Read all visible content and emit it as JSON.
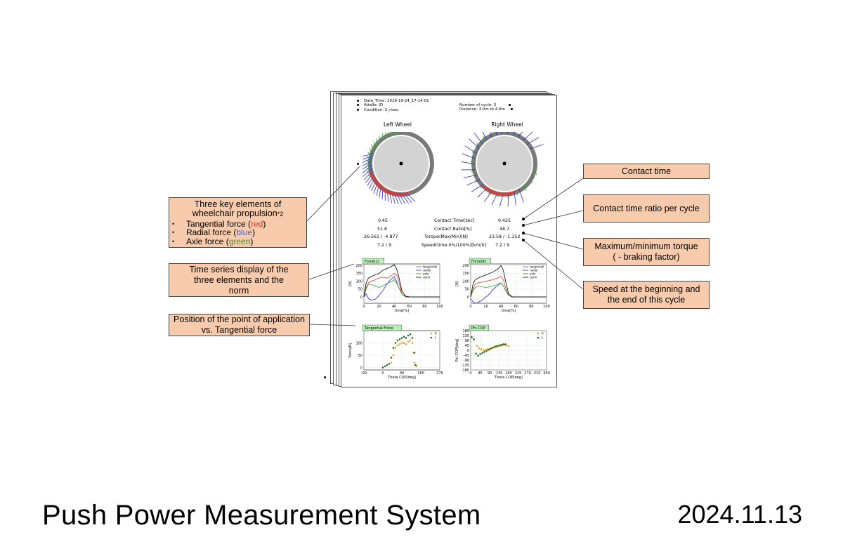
{
  "report": {
    "header_left": [
      "Date_Time: 2019-10-24_17-14-01",
      "Attelle: ID_",
      "Condition: 2_risou"
    ],
    "header_right": [
      "Number of cycle: 3",
      "Distance: 3.0m to 4.0m"
    ],
    "left_wheel_title": "Left Wheel",
    "right_wheel_title": "Right Wheel",
    "stats": [
      {
        "left": "0.45",
        "label": "Contact Time[sec]",
        "right": "0.425"
      },
      {
        "left": "51.6",
        "label": "Contact Ratio[%]",
        "right": "48.7"
      },
      {
        "left": "26.561 / -4.877",
        "label": "Torque(Max/Min)[N]",
        "right": "23.58 / -1.352"
      },
      {
        "left": "7.2 / 9",
        "label": "Speed(time:0%/100%)[km/h]",
        "right": "7.2 / 9"
      }
    ]
  },
  "callouts": {
    "key_elements": {
      "line1": "Three key elements of",
      "line2": "wheelchair propulsion",
      "note": "*2",
      "items": [
        {
          "label": "Tangential force (",
          "color_word": "red",
          "close": ")"
        },
        {
          "label": "Radial force  (",
          "color_word": "blue",
          "close": ")"
        },
        {
          "label": "Axle force (",
          "color_word": "green",
          "close": ")"
        }
      ]
    },
    "time_series": "Time series display of the three elements and the norm",
    "position": "Position of the point of application vs. Tangential force",
    "contact_time": "Contact time",
    "contact_ratio": "Contact time ratio per cycle",
    "torque": "Maximum/minimum torque ( - braking factor)",
    "speed": "Speed at the beginning and the end of this cycle"
  },
  "colors": {
    "callout_fill": "#f8cbad",
    "tangential": "#e3392b",
    "radial": "#2a2ad8",
    "axle": "#2fa82f",
    "norm": "#000000",
    "cop_r": "#f0a020",
    "cop_l": "#1f6b1f"
  },
  "chart_data": [
    {
      "type": "line",
      "title": "Force(L)",
      "xlabel": "time[%]",
      "ylabel": "[N]",
      "xlim": [
        0,
        100
      ],
      "ylim": [
        -40,
        210
      ],
      "xticks": [
        "0",
        "20",
        "40",
        "60",
        "80",
        "100"
      ],
      "yticks": [
        "0",
        "50",
        "100",
        "150",
        "200"
      ],
      "legend": [
        "tangential",
        "radial",
        "axle",
        "norm"
      ],
      "series": [
        {
          "name": "tangential",
          "x": [
            0,
            3,
            6,
            10,
            15,
            20,
            25,
            30,
            35,
            40,
            43,
            46,
            50,
            55,
            60,
            70,
            80,
            90,
            100
          ],
          "y": [
            0,
            60,
            90,
            100,
            110,
            120,
            125,
            120,
            130,
            150,
            140,
            100,
            20,
            0,
            0,
            0,
            0,
            0,
            0
          ]
        },
        {
          "name": "radial",
          "x": [
            0,
            3,
            6,
            10,
            15,
            20,
            25,
            30,
            35,
            40,
            43,
            46,
            50,
            55,
            60,
            70,
            80,
            90,
            100
          ],
          "y": [
            0,
            20,
            -10,
            -20,
            -15,
            10,
            40,
            80,
            110,
            130,
            100,
            60,
            20,
            5,
            0,
            0,
            0,
            0,
            0
          ]
        },
        {
          "name": "axle",
          "x": [
            0,
            3,
            6,
            10,
            15,
            20,
            25,
            30,
            35,
            40,
            43,
            46,
            50,
            55,
            60,
            70,
            80,
            90,
            100
          ],
          "y": [
            0,
            50,
            80,
            80,
            70,
            60,
            70,
            85,
            95,
            110,
            90,
            60,
            20,
            5,
            0,
            0,
            0,
            0,
            0
          ]
        },
        {
          "name": "norm",
          "x": [
            0,
            3,
            6,
            10,
            15,
            20,
            25,
            30,
            35,
            40,
            43,
            46,
            50,
            55,
            60,
            70,
            80,
            90,
            100
          ],
          "y": [
            0,
            90,
            120,
            130,
            140,
            150,
            170,
            180,
            190,
            205,
            180,
            130,
            40,
            5,
            0,
            0,
            0,
            0,
            0
          ]
        }
      ]
    },
    {
      "type": "line",
      "title": "Force(R)",
      "xlabel": "time[%]",
      "ylabel": "[N]",
      "xlim": [
        0,
        100
      ],
      "ylim": [
        -40,
        210
      ],
      "xticks": [
        "0",
        "20",
        "40",
        "60",
        "80",
        "100"
      ],
      "yticks": [
        "0",
        "50",
        "100",
        "150",
        "200"
      ],
      "legend": [
        "tangential",
        "radial",
        "axle",
        "norm"
      ],
      "series": [
        {
          "name": "tangential",
          "x": [
            0,
            3,
            6,
            10,
            15,
            20,
            25,
            30,
            35,
            40,
            43,
            46,
            50,
            55,
            60,
            70,
            80,
            90,
            100
          ],
          "y": [
            0,
            50,
            80,
            90,
            95,
            100,
            105,
            110,
            120,
            130,
            110,
            60,
            10,
            0,
            0,
            0,
            0,
            0,
            0
          ]
        },
        {
          "name": "radial",
          "x": [
            0,
            3,
            6,
            10,
            15,
            20,
            25,
            30,
            35,
            40,
            43,
            46,
            50,
            55,
            60,
            70,
            80,
            90,
            100
          ],
          "y": [
            -10,
            -30,
            -40,
            -35,
            -20,
            0,
            20,
            50,
            70,
            90,
            70,
            40,
            10,
            0,
            0,
            0,
            0,
            0,
            0
          ]
        },
        {
          "name": "axle",
          "x": [
            0,
            3,
            6,
            10,
            15,
            20,
            25,
            30,
            35,
            40,
            43,
            46,
            50,
            55,
            60,
            70,
            80,
            90,
            100
          ],
          "y": [
            0,
            40,
            60,
            70,
            65,
            60,
            65,
            70,
            80,
            90,
            70,
            40,
            10,
            0,
            0,
            0,
            0,
            0,
            0
          ]
        },
        {
          "name": "norm",
          "x": [
            0,
            3,
            6,
            10,
            15,
            20,
            25,
            30,
            35,
            40,
            43,
            46,
            50,
            55,
            60,
            70,
            80,
            90,
            100
          ],
          "y": [
            0,
            80,
            110,
            120,
            130,
            140,
            150,
            160,
            175,
            200,
            170,
            100,
            20,
            0,
            0,
            0,
            0,
            0,
            0
          ]
        }
      ]
    },
    {
      "type": "scatter",
      "title": "Tangential Force",
      "xlabel": "Theta COP[deg]",
      "ylabel": "Force[N]",
      "xlim": [
        -90,
        270
      ],
      "ylim": [
        -10,
        150
      ],
      "xticks": [
        "-90",
        "0",
        "90",
        "180",
        "270"
      ],
      "yticks": [
        "0",
        "50",
        "100"
      ],
      "legend": [
        "R",
        "L"
      ],
      "series": [
        {
          "name": "R",
          "x": [
            40,
            50,
            60,
            70,
            80,
            90,
            100,
            110,
            120,
            130,
            140,
            145,
            150,
            155,
            160
          ],
          "y": [
            20,
            50,
            80,
            90,
            95,
            100,
            100,
            95,
            105,
            110,
            100,
            60,
            20,
            10,
            5
          ]
        },
        {
          "name": "L",
          "x": [
            0,
            10,
            20,
            30,
            40,
            50,
            60,
            70,
            80,
            90,
            100,
            110,
            120,
            130,
            140,
            150,
            155
          ],
          "y": [
            0,
            5,
            10,
            15,
            40,
            80,
            100,
            110,
            115,
            120,
            125,
            120,
            130,
            135,
            120,
            60,
            10
          ]
        }
      ]
    },
    {
      "type": "scatter",
      "title": "Phi COP",
      "xlabel": "Theta COP[deg]",
      "ylabel": "Phi COP[deg]",
      "xlim": [
        0,
        360
      ],
      "ylim": [
        -180,
        180
      ],
      "xticks": [
        "0",
        "45",
        "90",
        "135",
        "180",
        "225",
        "270",
        "315",
        "360"
      ],
      "yticks": [
        "-180",
        "-135",
        "-90",
        "-45",
        "0",
        "45",
        "90",
        "135",
        "180"
      ],
      "legend": [
        "R",
        "L"
      ],
      "series": [
        {
          "name": "R",
          "x": [
            30,
            40,
            50,
            60,
            70,
            80,
            90,
            100,
            110,
            120,
            130,
            140,
            150,
            160,
            170,
            180
          ],
          "y": [
            40,
            20,
            10,
            0,
            5,
            10,
            15,
            20,
            25,
            30,
            35,
            40,
            45,
            50,
            45,
            40
          ]
        },
        {
          "name": "L",
          "x": [
            5,
            15,
            25,
            35,
            45,
            55,
            65,
            75,
            85,
            95,
            105,
            115,
            125,
            135,
            145,
            155,
            165
          ],
          "y": [
            120,
            100,
            -30,
            -50,
            -35,
            -25,
            -15,
            -5,
            5,
            15,
            25,
            35,
            40,
            45,
            50,
            55,
            55
          ]
        }
      ]
    }
  ]
}
